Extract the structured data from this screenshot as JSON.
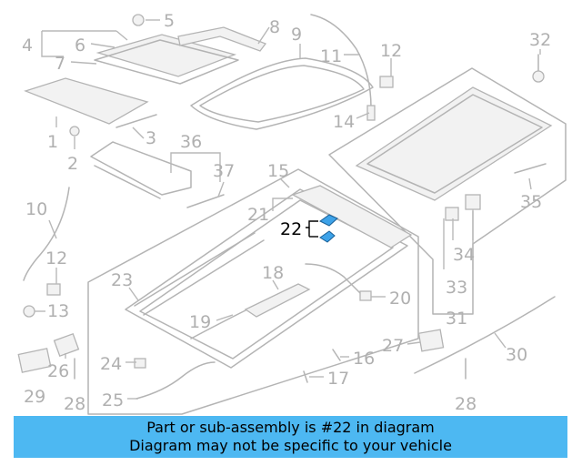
{
  "banner": {
    "line1": "Part or sub-assembly is #22 in diagram",
    "line2": "Diagram may not be specific to your vehicle"
  },
  "highlight_color": "#3da2e8",
  "banner_color": "#4db8f2",
  "highlighted_callout": "22",
  "callouts": [
    "1",
    "2",
    "3",
    "4",
    "5",
    "6",
    "7",
    "8",
    "9",
    "10",
    "11",
    "12",
    "12",
    "13",
    "14",
    "15",
    "16",
    "17",
    "18",
    "19",
    "20",
    "21",
    "22",
    "23",
    "24",
    "25",
    "26",
    "27",
    "28",
    "28",
    "29",
    "30",
    "31",
    "32",
    "33",
    "34",
    "35",
    "36",
    "37"
  ]
}
